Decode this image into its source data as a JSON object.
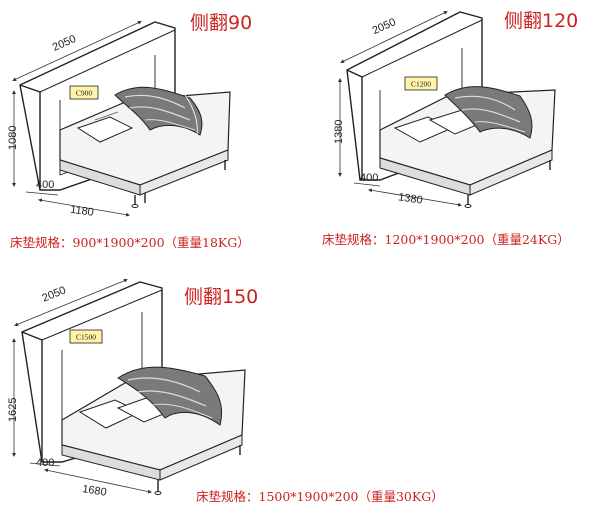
{
  "models": [
    {
      "title": "侧翻90",
      "tag": "C900",
      "spec": "床垫规格：900*1900*200（重量18KG）",
      "dims": {
        "depth": "2050",
        "height": "1080",
        "open": "400",
        "width": "1180"
      }
    },
    {
      "title": "侧翻120",
      "tag": "C1200",
      "spec": "床垫规格：1200*1900*200（重量24KG）",
      "dims": {
        "depth": "2050",
        "height": "1380",
        "open": "400",
        "width": "1380"
      }
    },
    {
      "title": "侧翻150",
      "tag": "C1500",
      "spec": "床垫规格：1500*1900*200（重量30KG）",
      "dims": {
        "depth": "2050",
        "height": "1625",
        "open": "400",
        "width": "1680"
      }
    }
  ]
}
